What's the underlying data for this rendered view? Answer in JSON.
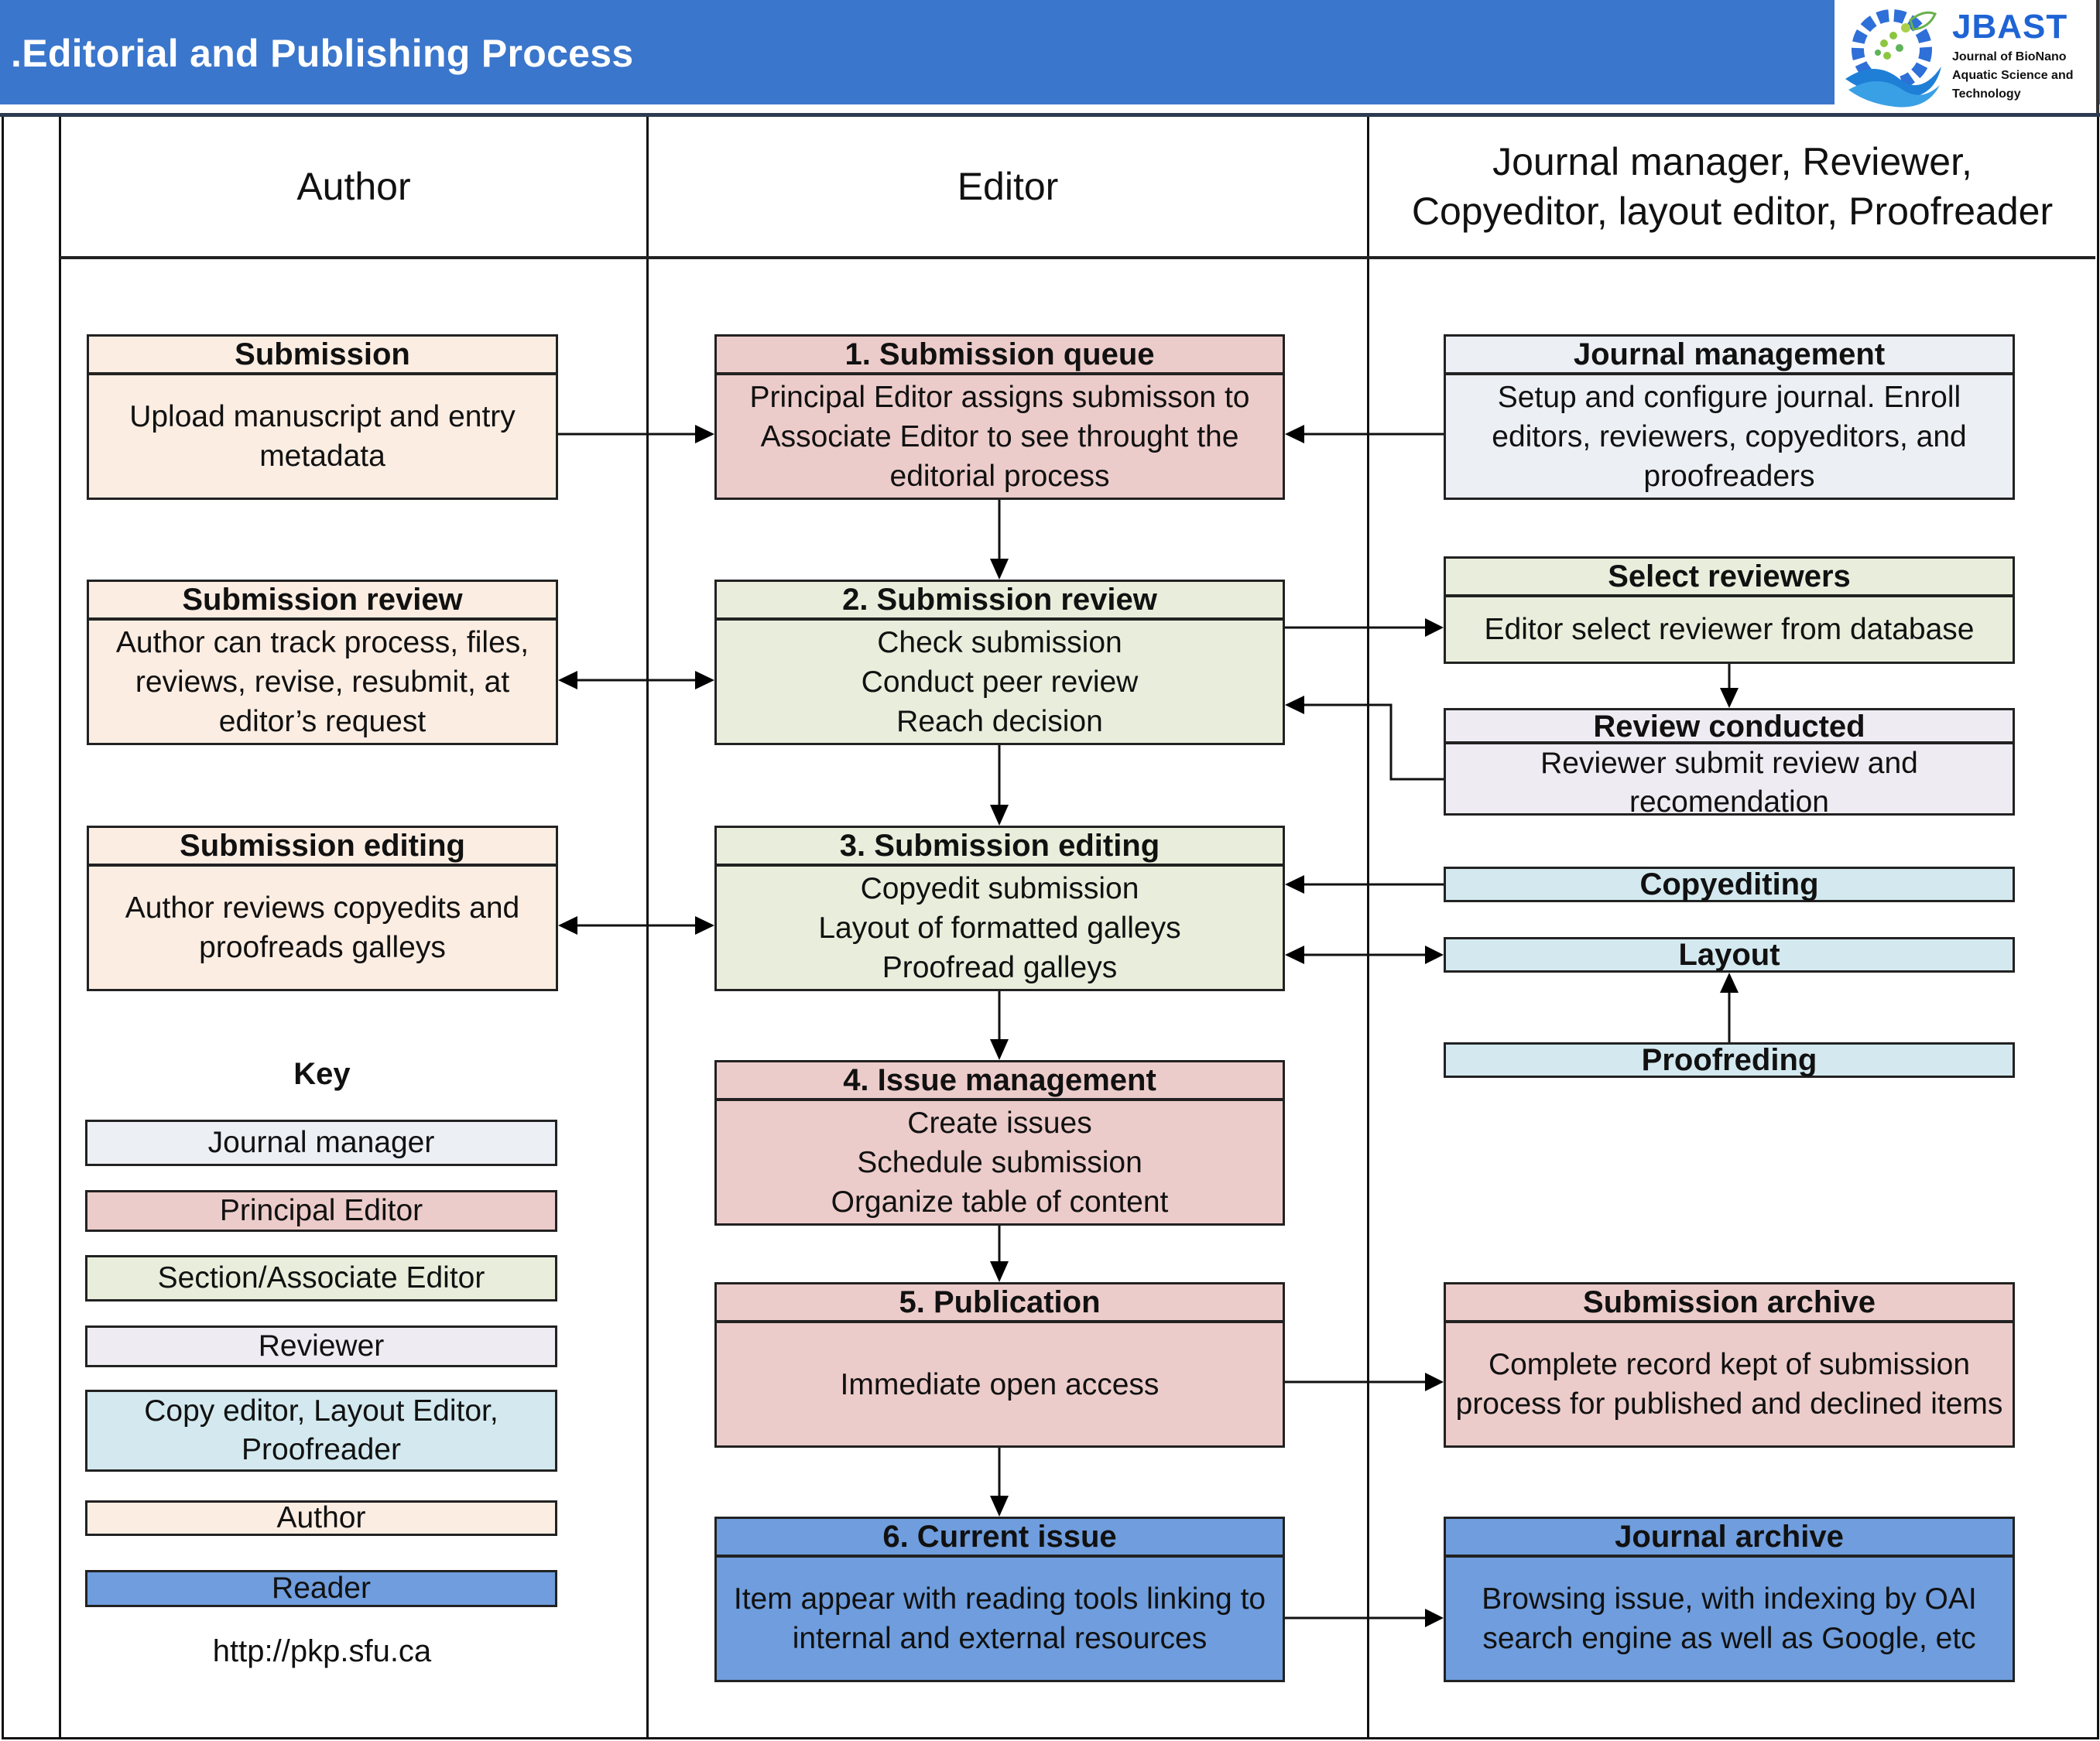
{
  "banner": {
    "title": ".Editorial and Publishing Process",
    "color": "#3a76cc"
  },
  "logo": {
    "name": "JBAST",
    "subtitle": "Journal of BioNano Aquatic Science and Technology"
  },
  "columns": [
    {
      "label": "Author"
    },
    {
      "label": "Editor"
    },
    {
      "label": "Journal manager, Reviewer, Copyeditor, layout editor, Proofreader"
    }
  ],
  "colors": {
    "journal_manager": "#eceff4",
    "principal_editor": "#ecccca",
    "associate_editor": "#e9eedc",
    "reviewer": "#eeecf2",
    "copy_layout_proof": "#d3e9ef",
    "author": "#fcede2",
    "reader": "#6f9ddd"
  },
  "author_boxes": [
    {
      "title": "Submission",
      "body": "Upload manuscript and entry metadata"
    },
    {
      "title": "Submission review",
      "body": "Author can track process, files, reviews, revise, resubmit, at editor’s request"
    },
    {
      "title": "Submission editing",
      "body": "Author reviews copyedits and proofreads galleys"
    }
  ],
  "editor_boxes": [
    {
      "title": "1. Submission queue",
      "body": "Principal Editor assigns submisson to Associate Editor to see throught the editorial process"
    },
    {
      "title": "2. Submission review",
      "lines": [
        "Check submission",
        "Conduct peer review",
        "Reach decision"
      ]
    },
    {
      "title": "3. Submission editing",
      "lines": [
        "Copyedit submission",
        "Layout of formatted galleys",
        "Proofread galleys"
      ]
    },
    {
      "title": "4. Issue management",
      "lines": [
        "Create issues",
        "Schedule submission",
        "Organize table of content"
      ]
    },
    {
      "title": "5. Publication",
      "body": "Immediate open access"
    },
    {
      "title": "6. Current issue",
      "body": "Item appear with reading tools linking to internal and external resources"
    }
  ],
  "right_boxes": [
    {
      "title": "Journal management",
      "body": "Setup and configure journal. Enroll editors, reviewers, copyeditors, and proofreaders"
    },
    {
      "title": "Select reviewers",
      "body": "Editor select reviewer from database"
    },
    {
      "title": "Review conducted",
      "body": "Reviewer submit review and recomendation"
    },
    {
      "title": "Copyediting"
    },
    {
      "title": "Layout"
    },
    {
      "title": "Proofreding"
    },
    {
      "title": "Submission archive",
      "body": "Complete record kept of submission process for published and declined items"
    },
    {
      "title": "Journal archive",
      "body": "Browsing issue, with indexing by OAI search engine as well as Google, etc"
    }
  ],
  "key": {
    "title": "Key",
    "items": [
      {
        "label": "Journal manager"
      },
      {
        "label": "Principal Editor"
      },
      {
        "label": "Section/Associate Editor"
      },
      {
        "label": "Reviewer"
      },
      {
        "label": "Copy editor, Layout Editor, Proofreader"
      },
      {
        "label": "Author"
      },
      {
        "label": "Reader"
      }
    ],
    "url": "http://pkp.sfu.ca"
  }
}
